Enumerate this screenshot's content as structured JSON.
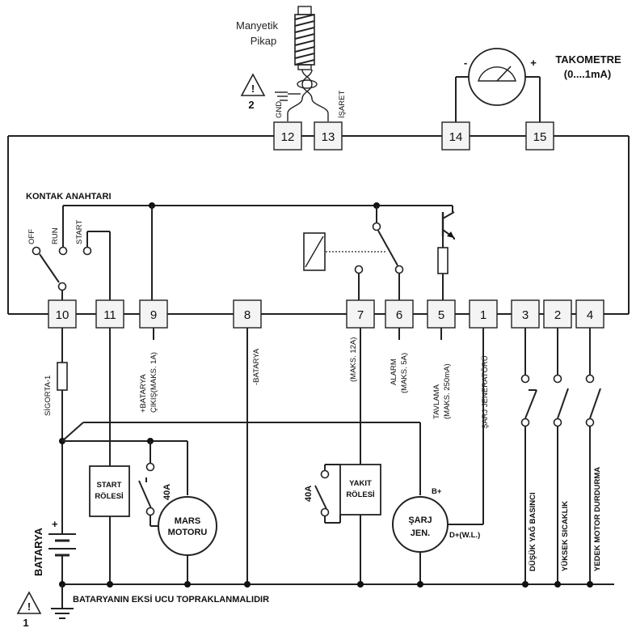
{
  "pickup": {
    "line1": "Manyetik",
    "line2": "Pikap",
    "gnd": "GND",
    "signal": "İŞARET"
  },
  "tachometer": {
    "title": "TAKOMETRE",
    "range": "(0....1mA)",
    "minus": "-",
    "plus": "+"
  },
  "warnings": [
    {
      "number": "2"
    },
    {
      "number": "1"
    }
  ],
  "contact_switch": {
    "title": "KONTAK ANAHTARI",
    "off": "OFF",
    "run": "RUN",
    "start": "START"
  },
  "terminals": {
    "t12": "12",
    "t13": "13",
    "t14": "14",
    "t15": "15",
    "t10": "10",
    "t11": "11",
    "t9": "9",
    "t8": "8",
    "t7": "7",
    "t6": "6",
    "t5": "5",
    "t1": "1",
    "t3": "3",
    "t2": "2",
    "t4": "4"
  },
  "terminal_labels": {
    "battery_out_1": "+BATARYA",
    "battery_out_2": "ÇIKIŞ(MAKS. 1A)",
    "battery_neg": "-BATARYA",
    "fuel_max": "(MAKS. 12A)",
    "alarm_1": "ALARM",
    "alarm_2": "(MAKS. 5A)",
    "glow_1": "TAVLAMA",
    "glow_2": "(MAKS. 250mA)",
    "charge_gen": "ŞARJ JENERATÖRÜ"
  },
  "fuse": {
    "label": "SİGORTA-1"
  },
  "start_relay": {
    "line1": "START",
    "line2": "RÖLESİ",
    "rating": "40A"
  },
  "starter_motor": {
    "line1": "MARS",
    "line2": "MOTORU"
  },
  "fuel_relay": {
    "line1": "YAKIT",
    "line2": "RÖLESİ",
    "rating": "40A"
  },
  "charge_alt": {
    "line1": "ŞARJ",
    "line2": "JEN.",
    "b_plus": "B+",
    "d_plus": "D+(W.L.)"
  },
  "sensors": {
    "oil": "DÜŞÜK YAĞ BASINCI",
    "temp": "YÜKSEK SICAKLIK",
    "spare": "YEDEK MOTOR DURDURMA"
  },
  "battery": {
    "label": "BATARYA",
    "plus": "+"
  },
  "ground_note": "BATARYANIN EKSİ UCU TOPRAKLANMALIDIR"
}
